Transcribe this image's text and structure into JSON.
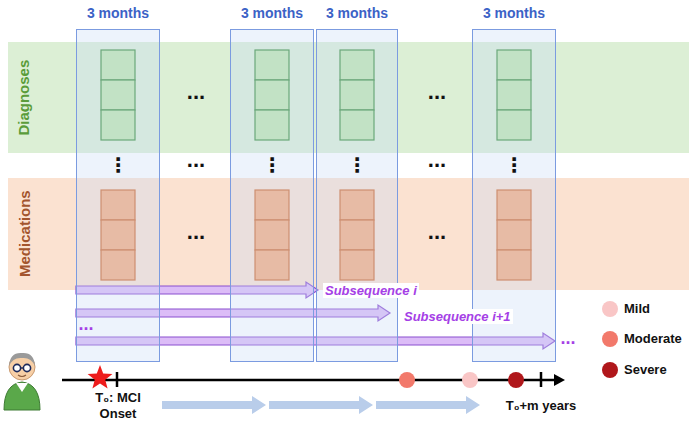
{
  "diagram": {
    "nodes": [
      {
        "text": [
          "3 months"
        ]
      },
      {
        "text": [
          "3 months"
        ]
      },
      {
        "text": [
          "3 months"
        ]
      },
      {
        "text": [
          "3 months"
        ]
      },
      {
        "text": [
          "Diagnoses"
        ]
      },
      {
        "text": [
          "Medications"
        ]
      }
    ],
    "labels": [
      "...",
      "...",
      "⋮",
      "...",
      "⋮",
      "⋮",
      "...",
      "⋮",
      "...",
      "...",
      "Subsequence i",
      "...",
      "Subsequence i+1",
      "...",
      "T₀: MCI Onset",
      "T₀+m years"
    ],
    "legend": [
      {
        "text": "Mild",
        "color": "#f9c6c6"
      },
      {
        "text": "Moderate",
        "color": "#f2796b"
      },
      {
        "text": "Severe",
        "color": "#b0171b"
      }
    ]
  }
}
